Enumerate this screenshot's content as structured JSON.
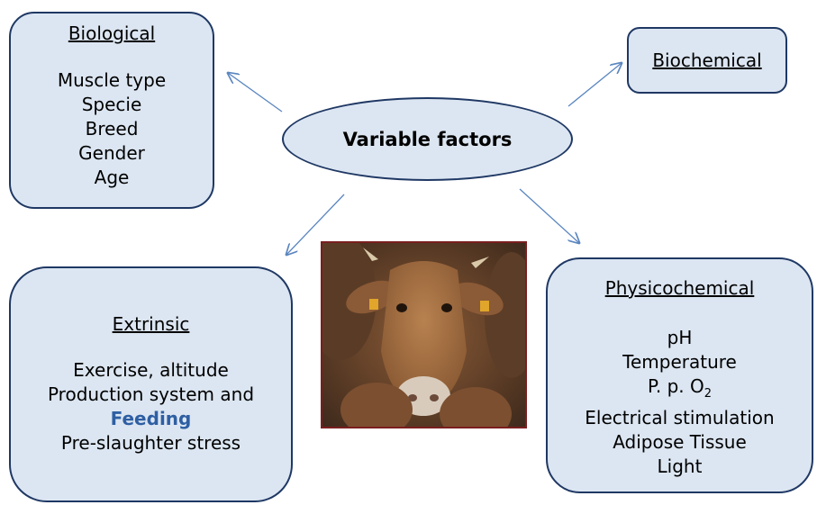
{
  "center": {
    "label": "Variable factors"
  },
  "biological": {
    "title": "Biological",
    "items": [
      "Muscle type",
      "Specie",
      "Breed",
      "Gender",
      "Age"
    ]
  },
  "biochemical": {
    "title": "Biochemical"
  },
  "extrinsic": {
    "title": "Extrinsic",
    "line1": "Exercise, altitude",
    "line2": "Production system and",
    "highlight": "Feeding",
    "line4": "Pre-slaughter stress"
  },
  "physicochemical": {
    "title": "Physicochemical",
    "items": [
      "pH",
      "Temperature"
    ],
    "ppo2_prefix": "P. p. O",
    "ppo2_sub": "2",
    "items_after": [
      "Electrical stimulation",
      "Adipose Tissue",
      "Light"
    ]
  },
  "colors": {
    "box_fill": "#dce6f2",
    "box_border": "#1f3864",
    "arrow": "#5b86c0",
    "highlight": "#2e5fa3"
  },
  "image": {
    "subject": "cow-photo"
  }
}
